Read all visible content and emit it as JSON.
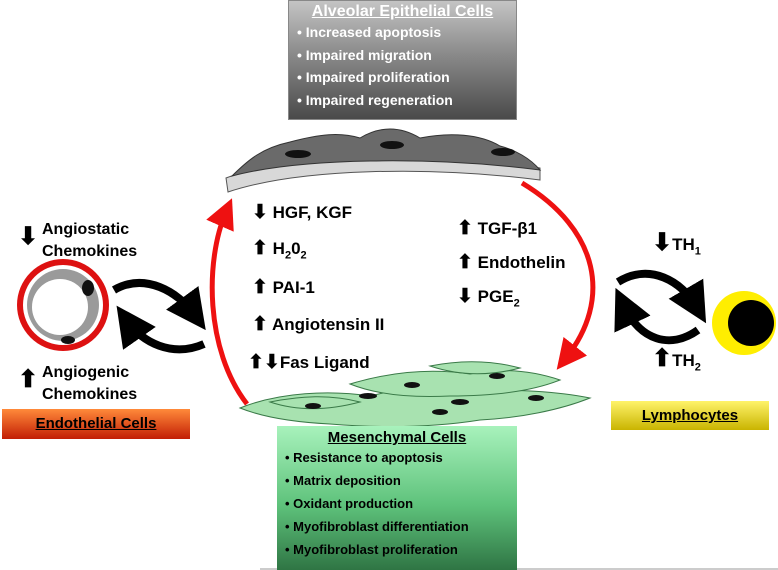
{
  "alveolar_epithelial": {
    "title": "Alveolar Epithelial Cells",
    "items": [
      "Increased apoptosis",
      "Impaired migration",
      "Impaired proliferation",
      "Impaired regeneration"
    ]
  },
  "mesenchymal": {
    "title": "Mesenchymal Cells",
    "items": [
      "Resistance to apoptosis",
      "Matrix deposition",
      "Oxidant production",
      "Myofibroblast differentiation",
      "Myofibroblast proliferation"
    ]
  },
  "endothelial": {
    "title": "Endothelial Cells",
    "angiostatic_arrow": "⬇",
    "angiostatic_line1": "Angiostatic",
    "angiostatic_line2": "Chemokines",
    "angiogenic_arrow": "⬆",
    "angiogenic_line1": "Angiogenic",
    "angiogenic_line2": "Chemokines"
  },
  "lymphocytes": {
    "title": "Lymphocytes",
    "th1_arrow": "⬇",
    "th1": "TH",
    "th1_sub": "1",
    "th2_arrow": "⬆",
    "th2": "TH",
    "th2_sub": "2"
  },
  "left_mediators": [
    {
      "arrow": "⬇",
      "text": "HGF, KGF",
      "sub": "",
      "tail": ""
    },
    {
      "arrow": "⬆",
      "text": "H",
      "sub": "2",
      "mid": "0",
      "sub2": "2"
    },
    {
      "arrow": "⬆",
      "text": "PAI-1",
      "sub": "",
      "tail": ""
    },
    {
      "arrow": "⬆",
      "text": "Angiotensin II",
      "sub": "",
      "tail": ""
    },
    {
      "arrow": "⬆⬇",
      "text": "Fas Ligand",
      "sub": "",
      "tail": ""
    }
  ],
  "right_mediators": [
    {
      "arrow": "⬆",
      "text": "TGF-β1",
      "sub": ""
    },
    {
      "arrow": "⬆",
      "text": "Endothelin",
      "sub": ""
    },
    {
      "arrow": "⬇",
      "text": "PGE",
      "sub": "2"
    }
  ],
  "colors": {
    "red_arrow": "#ee1111",
    "black_arrow": "#000000",
    "epithelium": "#6a6a6a",
    "mesenchyme": "#9ee0a6",
    "endothelial_ring": "#dd1111",
    "lymphocyte": "#ffee00"
  }
}
